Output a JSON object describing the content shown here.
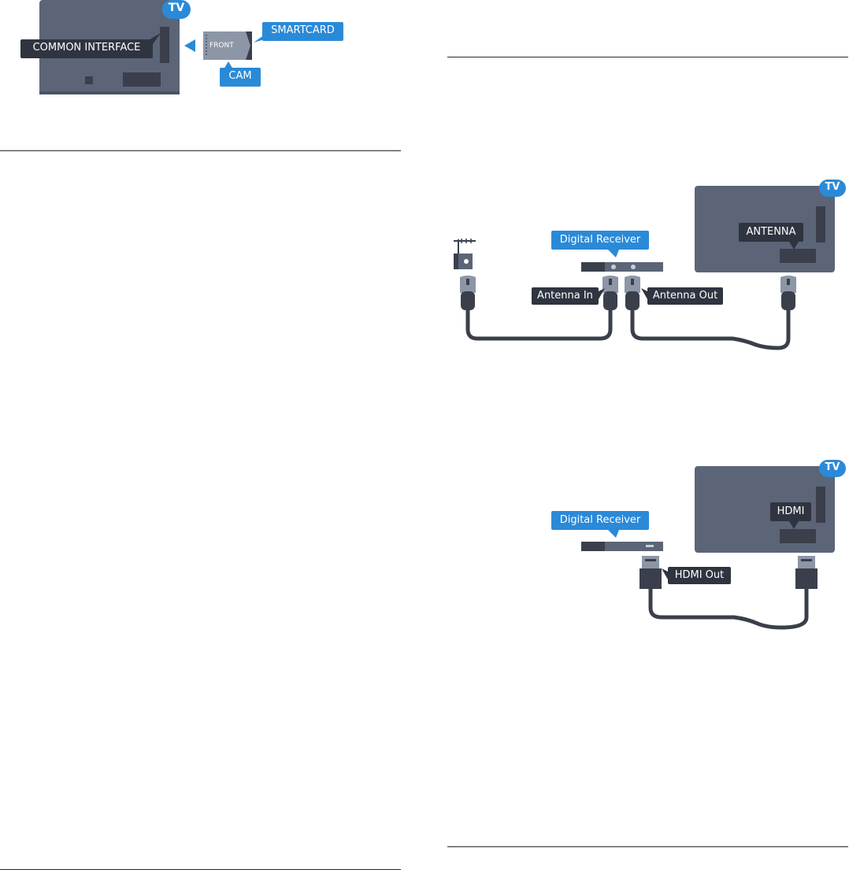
{
  "fig_cam": {
    "tv_badge": "TV",
    "common_interface_label": "COMMON INTERFACE",
    "front_label": "FRONT",
    "smartcard_label": "SMARTCARD",
    "cam_label": "CAM"
  },
  "fig_antenna": {
    "tv_badge": "TV",
    "receiver_label": "Digital Receiver",
    "tv_port_label": "ANTENNA",
    "antenna_in_label": "Antenna In",
    "antenna_out_label": "Antenna Out"
  },
  "fig_hdmi": {
    "tv_badge": "TV",
    "receiver_label": "Digital Receiver",
    "tv_port_label": "HDMI",
    "hdmi_out_label": "HDMI Out"
  },
  "colors": {
    "tv_body": "#5b6577",
    "dark": "#3a3f4b",
    "label_dark": "#2f3440",
    "accent_blue": "#2a8ad8",
    "cable": "#3a3f4b",
    "card": "#8c96a6"
  }
}
